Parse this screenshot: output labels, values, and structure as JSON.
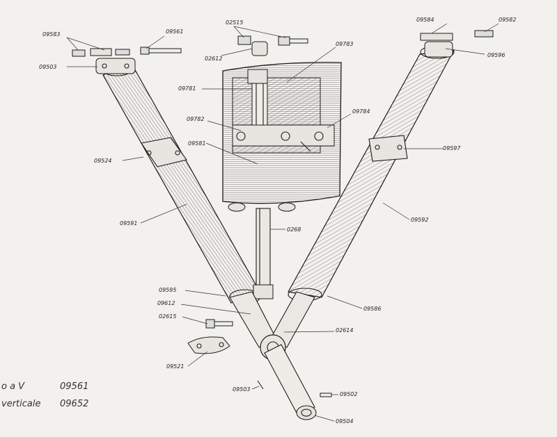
{
  "diagram": {
    "labels": {
      "l09583": "09583",
      "l09561a": "09561",
      "l02515": "02515",
      "l09584": "09584",
      "l09582": "09582",
      "l09503a": "09503",
      "l02612a": "02612",
      "l09783": "09783",
      "l09596": "09596",
      "l09781": "09781",
      "l09782": "09782",
      "l09784": "09784",
      "l09581": "09581",
      "l09524": "09524",
      "l09597": "09597",
      "l09591": "09591",
      "l0268": "0268",
      "l09592": "09592",
      "l09595": "09595",
      "l09612": "09612",
      "l02615": "02615",
      "l09586": "09586",
      "l02614": "02614",
      "l09521": "09521",
      "l09503b": "09503",
      "l09502": "09502",
      "l09504": "09504"
    },
    "legend": [
      {
        "text": "o a V",
        "code": "09561"
      },
      {
        "text": "verticale",
        "code": "09652"
      }
    ]
  }
}
